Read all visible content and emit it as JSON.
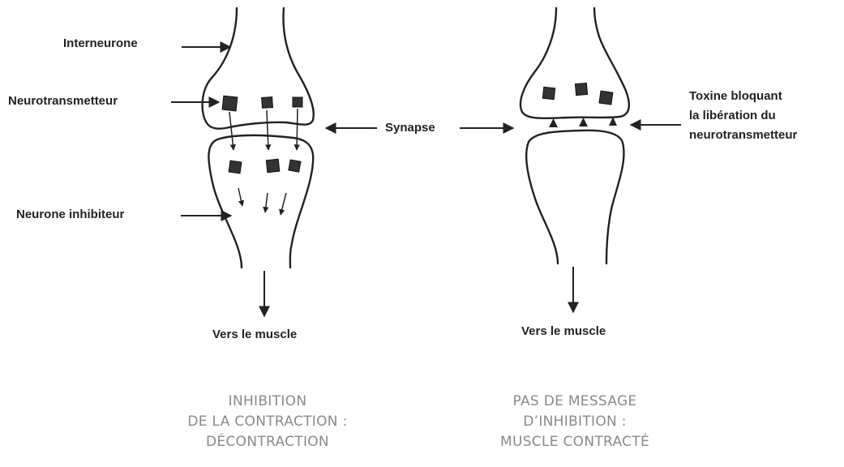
{
  "labels": {
    "interneurone": "Interneurone",
    "neurotransmetteur": "Neurotransmetteur",
    "neurone_inhibiteur": "Neurone inhibiteur",
    "synapse": "Synapse",
    "toxine_line1": "Toxine bloquant",
    "toxine_line2": "la libération du",
    "toxine_line3": "neurotransmetteur",
    "vers_muscle_left": "Vers le muscle",
    "vers_muscle_right": "Vers le muscle"
  },
  "captions": {
    "left": [
      "INHIBITION",
      "DE LA CONTRACTION :",
      "DÉCONTRACTION"
    ],
    "right": [
      "PAS DE MESSAGE",
      "D’INHIBITION :",
      "MUSCLE CONTRACTÉ"
    ]
  },
  "colors": {
    "ink": "#222222",
    "caption": "#8a8a8a"
  }
}
